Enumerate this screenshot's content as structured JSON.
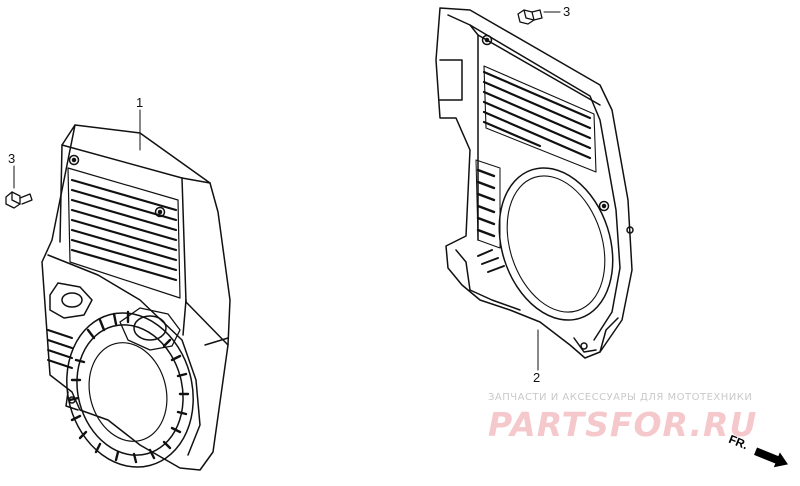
{
  "callouts": {
    "part_1": "1",
    "part_2": "2",
    "part_3_left": "3",
    "part_3_right": "3"
  },
  "watermark": {
    "caption": "ЗАПЧАСТИ И АКСЕССУАРЫ ДЛЯ МОТОТЕХНИКИ",
    "logo": "PARTSFOR.RU"
  },
  "direction": {
    "label": "FR."
  }
}
